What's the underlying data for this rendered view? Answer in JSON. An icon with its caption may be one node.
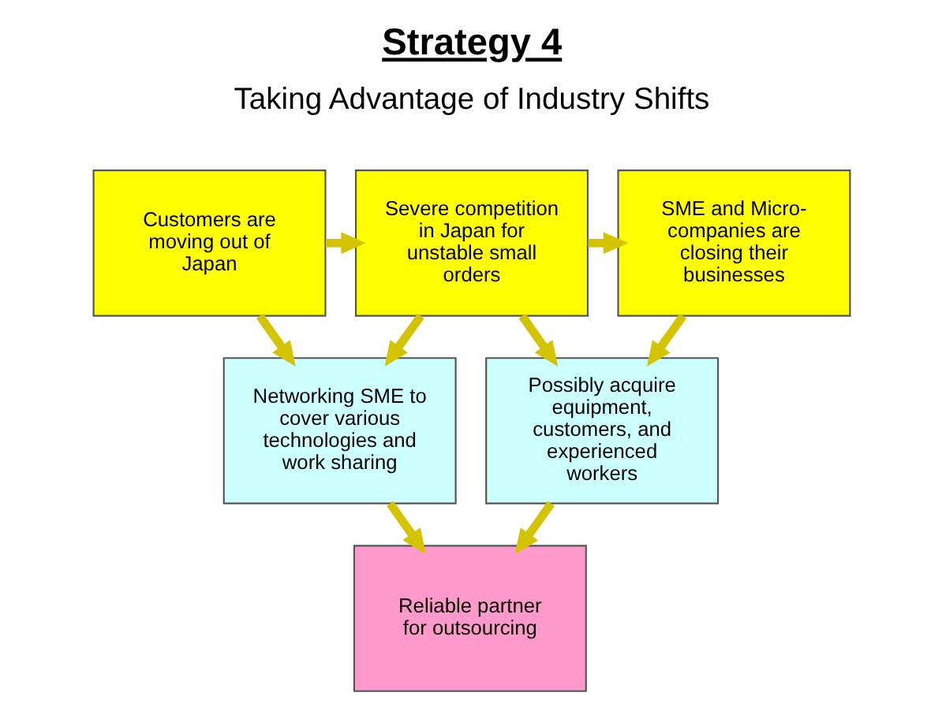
{
  "diagram": {
    "title": "Strategy 4",
    "nodes": [
      {
        "text": [
          "Customers are moving out of Japan"
        ]
      },
      {
        "text": [
          "Severe competition in Japan for unstable small orders"
        ]
      },
      {
        "text": [
          "SME and Micro-companies are closing their businesses"
        ]
      },
      {
        "text": [
          "Networking SME to cover various technologies and work sharing"
        ]
      },
      {
        "text": [
          "Possibly acquire equipment, customers, and experienced workers"
        ]
      },
      {
        "text": [
          "Reliable partner for outsourcing"
        ]
      }
    ],
    "edges": [
      {
        "from": 0,
        "to": 1,
        "arrow": "to"
      },
      {
        "from": 1,
        "to": 2,
        "arrow": "to"
      },
      {
        "from": 0,
        "to": 3,
        "arrow": "to"
      },
      {
        "from": 1,
        "to": 3,
        "arrow": "to"
      },
      {
        "from": 1,
        "to": 4,
        "arrow": "to"
      },
      {
        "from": 2,
        "to": 4,
        "arrow": "to"
      },
      {
        "from": 3,
        "to": 5,
        "arrow": "to"
      },
      {
        "from": 4,
        "to": 5,
        "arrow": "to"
      }
    ],
    "labels": [
      "Taking Advantage of Industry Shifts"
    ]
  }
}
